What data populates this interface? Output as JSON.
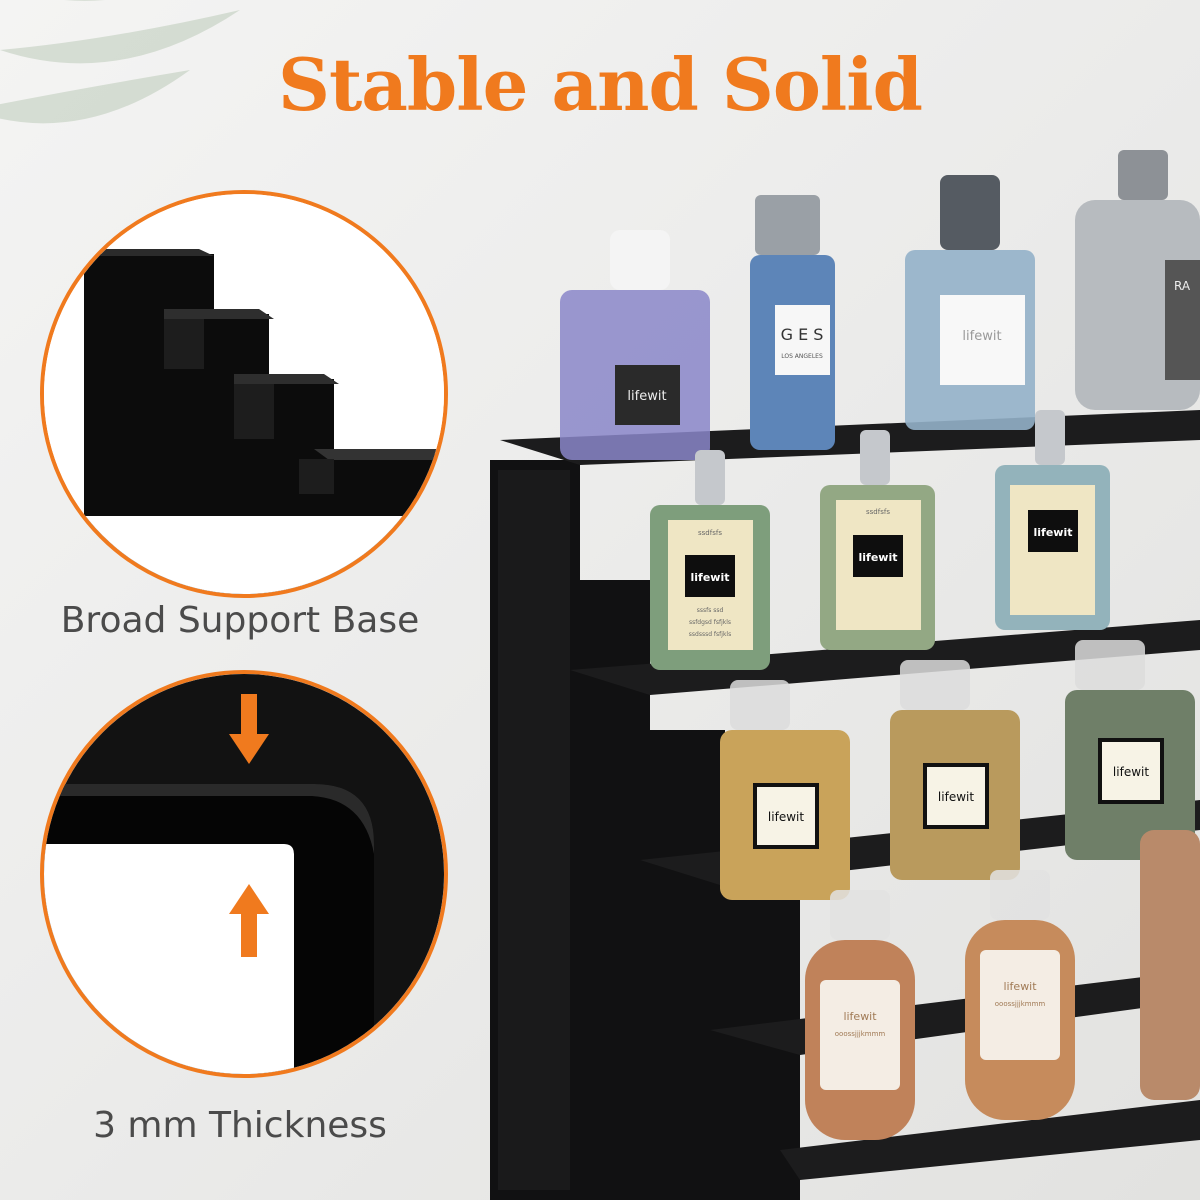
{
  "headline": "Stable and Solid",
  "colors": {
    "accent": "#f07a1e",
    "rack": "#0f0f10",
    "caption_text": "#4b4b4b"
  },
  "features": [
    {
      "caption": "Broad Support Base",
      "icon": "stairs-closeup"
    },
    {
      "caption": "3 mm Thickness",
      "icon": "corner-closeup-with-arrows"
    }
  ],
  "bottle_labels": {
    "brand": "lifewit",
    "blue_bottle_top": "G E S",
    "blue_bottle_bottom": "LOS ANGELES",
    "silver_bottle": "RA",
    "green_label_top": "ssdfsfs",
    "green_label_line1": "sssfs    ssd",
    "green_label_line2": "ssfdgsd   fsfjkls",
    "green_label_line3": "ssdsssd   fsfjkls",
    "amber_label_sub": "ooossjjjkmmm"
  }
}
